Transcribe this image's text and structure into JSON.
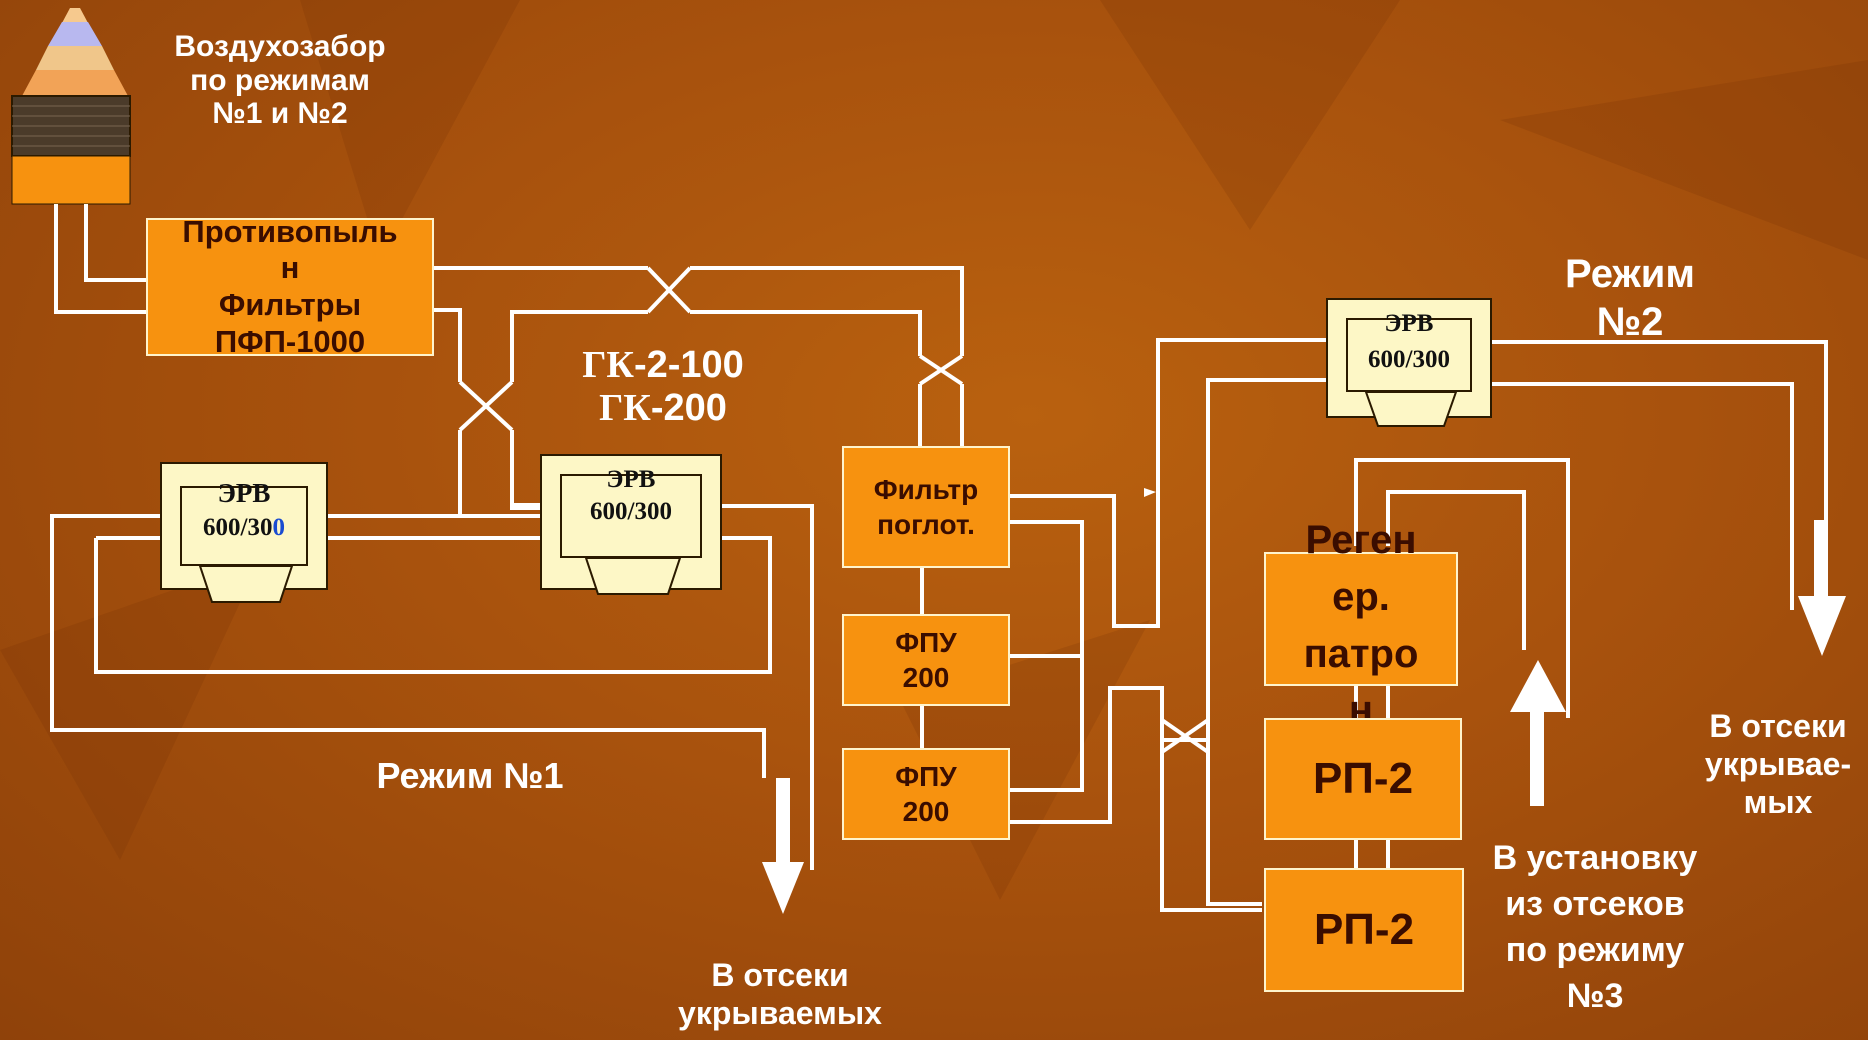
{
  "intake": {
    "label_line1": "Воздухозабор",
    "label_line2": "по режимам",
    "label_line3": "№1 и №2"
  },
  "boxes": {
    "dust_filter": [
      "Противопыль",
      "н",
      "Фильтры",
      "ПФП-1000"
    ],
    "filter_absorber": [
      "Фильтр",
      "поглот."
    ],
    "fpu1": [
      "ФПУ",
      "200"
    ],
    "fpu2": [
      "ФПУ",
      "200"
    ],
    "regen": [
      "Реген",
      "ер.",
      "патро",
      "н"
    ],
    "rp1": "РП-2",
    "rp2": "РП-2"
  },
  "erv": {
    "name": "ЭРВ",
    "spec": "600/300",
    "spec_a": "600/30",
    "spec_b": "0"
  },
  "gk": {
    "prefix1": "ГК",
    "value1": "-2-100",
    "prefix2": "ГК",
    "value2": "-200"
  },
  "modes": {
    "mode1": "Режим №1",
    "mode2_line1": "Режим",
    "mode2_line2": "№2"
  },
  "outlets": {
    "left_line1": "В отсеки",
    "left_line2": "укрываемых",
    "right_line1": "В отсеки",
    "right_line2": "укрывае-",
    "right_line3": "мых",
    "install_line1": "В установку",
    "install_line2": "из отсеков",
    "install_line3": "по режиму",
    "install_line4": "№3"
  },
  "colors": {
    "background": "#a8520d",
    "box_fill": "#f7920f",
    "erv_fill": "#fdf7c6",
    "pipe": "#ffffff"
  }
}
